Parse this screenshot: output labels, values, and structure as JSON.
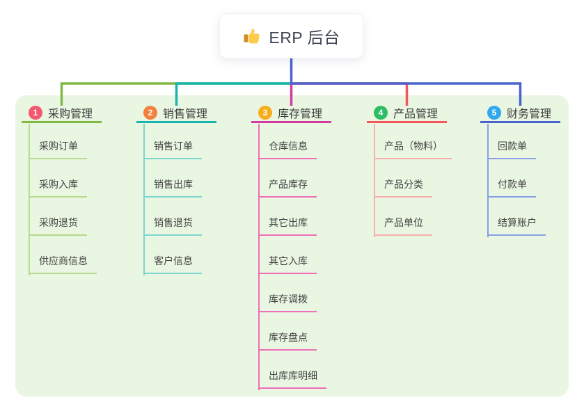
{
  "root": {
    "title": "ERP 后台",
    "icon": "thumbs-up-icon"
  },
  "panel_color": "#E9F6E2",
  "stem_color": "#4A63CF",
  "branches": [
    {
      "key": "purchase",
      "num": "1",
      "title": "采购管理",
      "badge_color": "#F4586E",
      "line_color": "#82B944",
      "child_line_color": "#B5DB8C",
      "children": [
        "采购订单",
        "采购入库",
        "采购退货",
        "供应商信息"
      ]
    },
    {
      "key": "sales",
      "num": "2",
      "title": "销售管理",
      "badge_color": "#F5803C",
      "line_color": "#18B6AD",
      "child_line_color": "#7DD6CD",
      "children": [
        "销售订单",
        "销售出库",
        "销售退货",
        "客户信息"
      ]
    },
    {
      "key": "inventory",
      "num": "3",
      "title": "库存管理",
      "badge_color": "#F8AE1C",
      "line_color": "#D13B9E",
      "child_line_color": "#EF6FB8",
      "children": [
        "仓库信息",
        "产品库存",
        "其它出库",
        "其它入库",
        "库存调拨",
        "库存盘点",
        "出库库明细"
      ]
    },
    {
      "key": "product",
      "num": "4",
      "title": "产品管理",
      "badge_color": "#2EBD62",
      "line_color": "#F4565C",
      "child_line_color": "#F9AFAC",
      "children": [
        "产品（物料）",
        "产品分类",
        "产品单位"
      ]
    },
    {
      "key": "finance",
      "num": "5",
      "title": "财务管理",
      "badge_color": "#30A8EE",
      "line_color": "#4A63CF",
      "child_line_color": "#8B9FE4",
      "children": [
        "回款单",
        "付款单",
        "结算账户"
      ]
    }
  ]
}
